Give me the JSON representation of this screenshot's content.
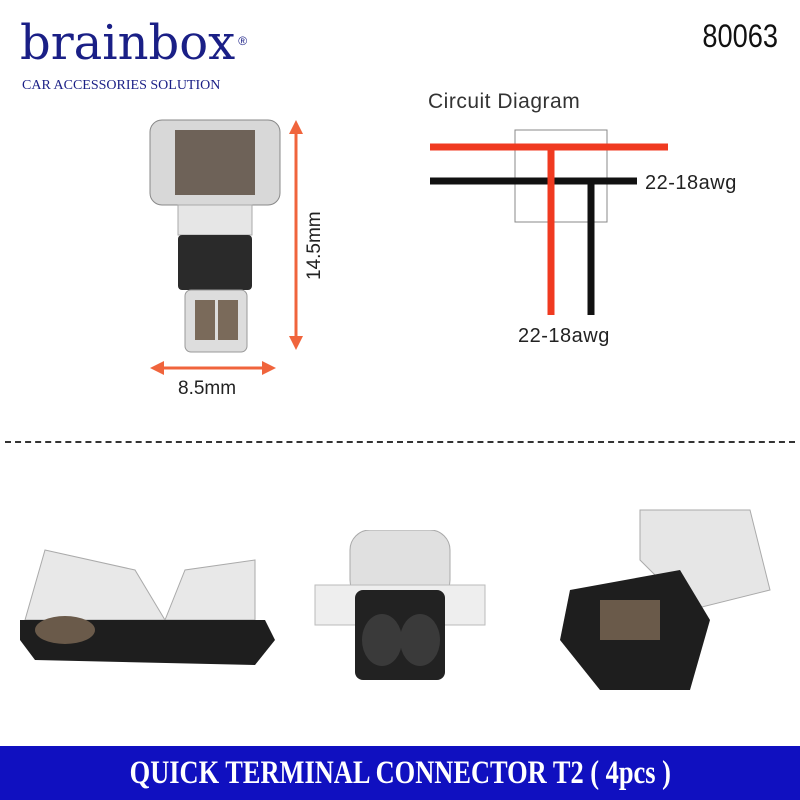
{
  "brand": {
    "name": "brainbox",
    "registered": "®",
    "tagline": "CAR ACCESSORIES SOLUTION"
  },
  "product_code": "80063",
  "dimensions": {
    "height": "14.5mm",
    "width": "8.5mm"
  },
  "diagram": {
    "title": "Circuit Diagram",
    "main_wire_label": "22-18awg",
    "tap_wire_label": "22-18awg",
    "colors": {
      "red": "#f03a20",
      "black": "#111111"
    }
  },
  "banner": {
    "title": "QUICK TERMINAL CONNECTOR T2 ( 4pcs )",
    "color": "#1010c0"
  }
}
